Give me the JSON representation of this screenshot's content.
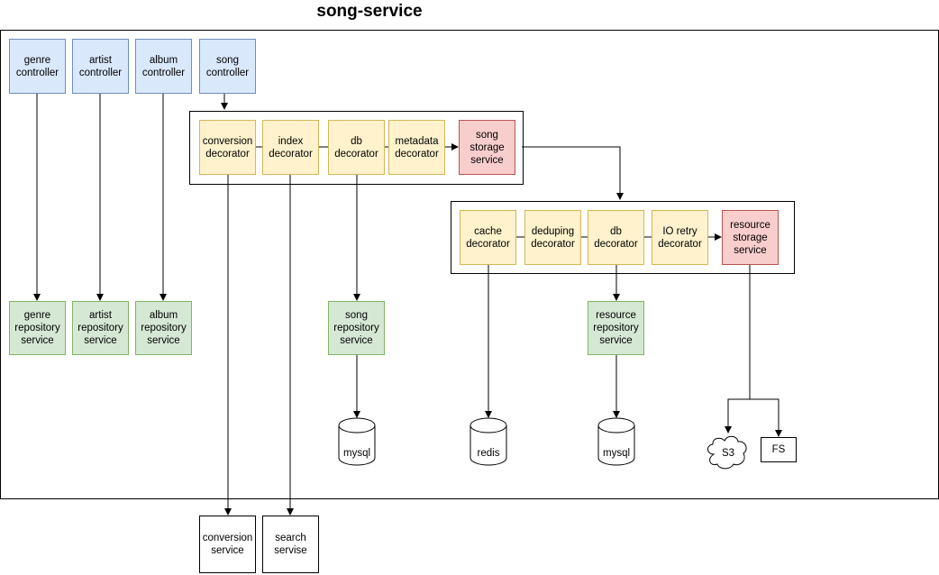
{
  "title": "song-service",
  "nodes": {
    "genre_controller": "genre\ncontroller",
    "artist_controller": "artist\ncontroller",
    "album_controller": "album\ncontroller",
    "song_controller": "song\ncontroller",
    "conversion_decorator": "conversion\ndecorator",
    "index_decorator": "index\ndecorator",
    "db_decorator_song": "db\ndecorator",
    "metadata_decorator": "metadata\ndecorator",
    "song_storage_service": "song\nstorage\nservice",
    "cache_decorator": "cache\ndecorator",
    "deduping_decorator": "deduping\ndecorator",
    "db_decorator_resource": "db\ndecorator",
    "io_retry_decorator": "IO retry\ndecorator",
    "resource_storage_service": "resource\nstorage\nservice",
    "genre_repository_service": "genre\nrepository\nservice",
    "artist_repository_service": "artist\nrepository\nservice",
    "album_repository_service": "album\nrepository\nservice",
    "song_repository_service": "song\nrepository\nservice",
    "resource_repository_service": "resource\nrepository\nservice",
    "conversion_service": "conversion\nservice",
    "search_service": "search\nservise",
    "fs": "FS"
  },
  "stores": {
    "mysql_song": "mysql",
    "redis": "redis",
    "mysql_resource": "mysql",
    "s3": "S3"
  },
  "colors": {
    "controller_fill": "#dae8fc",
    "decorator_fill": "#fff2cc",
    "storage_fill": "#f8cecc",
    "repository_fill": "#d5e8d4"
  }
}
